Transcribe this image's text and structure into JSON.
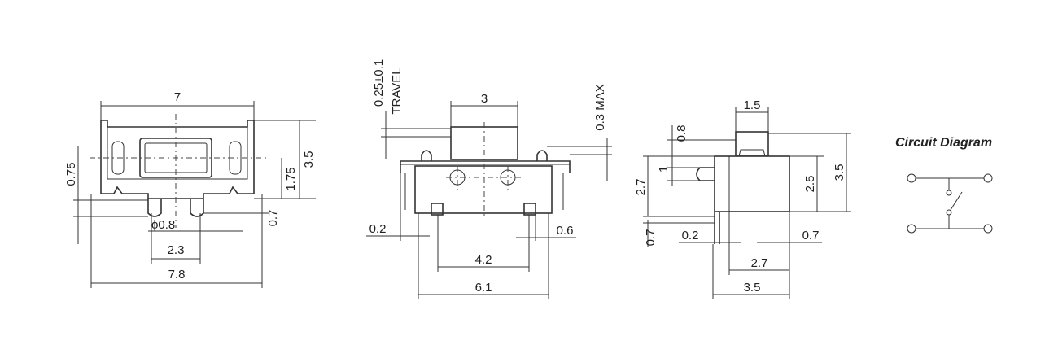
{
  "front_view": {
    "width_top": "7",
    "width_bottom": "7.8",
    "pin_pitch": "2.3",
    "hole_dia": "ϕ0.8",
    "height_total": "3.5",
    "height_mid": "1.75",
    "offset_left": "0.75",
    "pin_offset": "0.7"
  },
  "side_view": {
    "travel_value": "0.25±0.1",
    "travel_label": "TRAVEL",
    "actuator_width": "3",
    "max_value": "0.3 MAX",
    "left_gap": "0.2",
    "right_gap": "0.6",
    "inner_width": "4.2",
    "outer_width": "6.1"
  },
  "end_view": {
    "top_width": "1.5",
    "height_a": "0.8",
    "height_b": "1",
    "height_c": "2.7",
    "height_d": "0.7",
    "body_height": "2.5",
    "total_height": "3.5",
    "left_gap": "0.2",
    "right_gap": "0.7",
    "inner_width": "2.7",
    "outer_width": "3.5"
  },
  "circuit": {
    "title": "Circuit Diagram"
  }
}
